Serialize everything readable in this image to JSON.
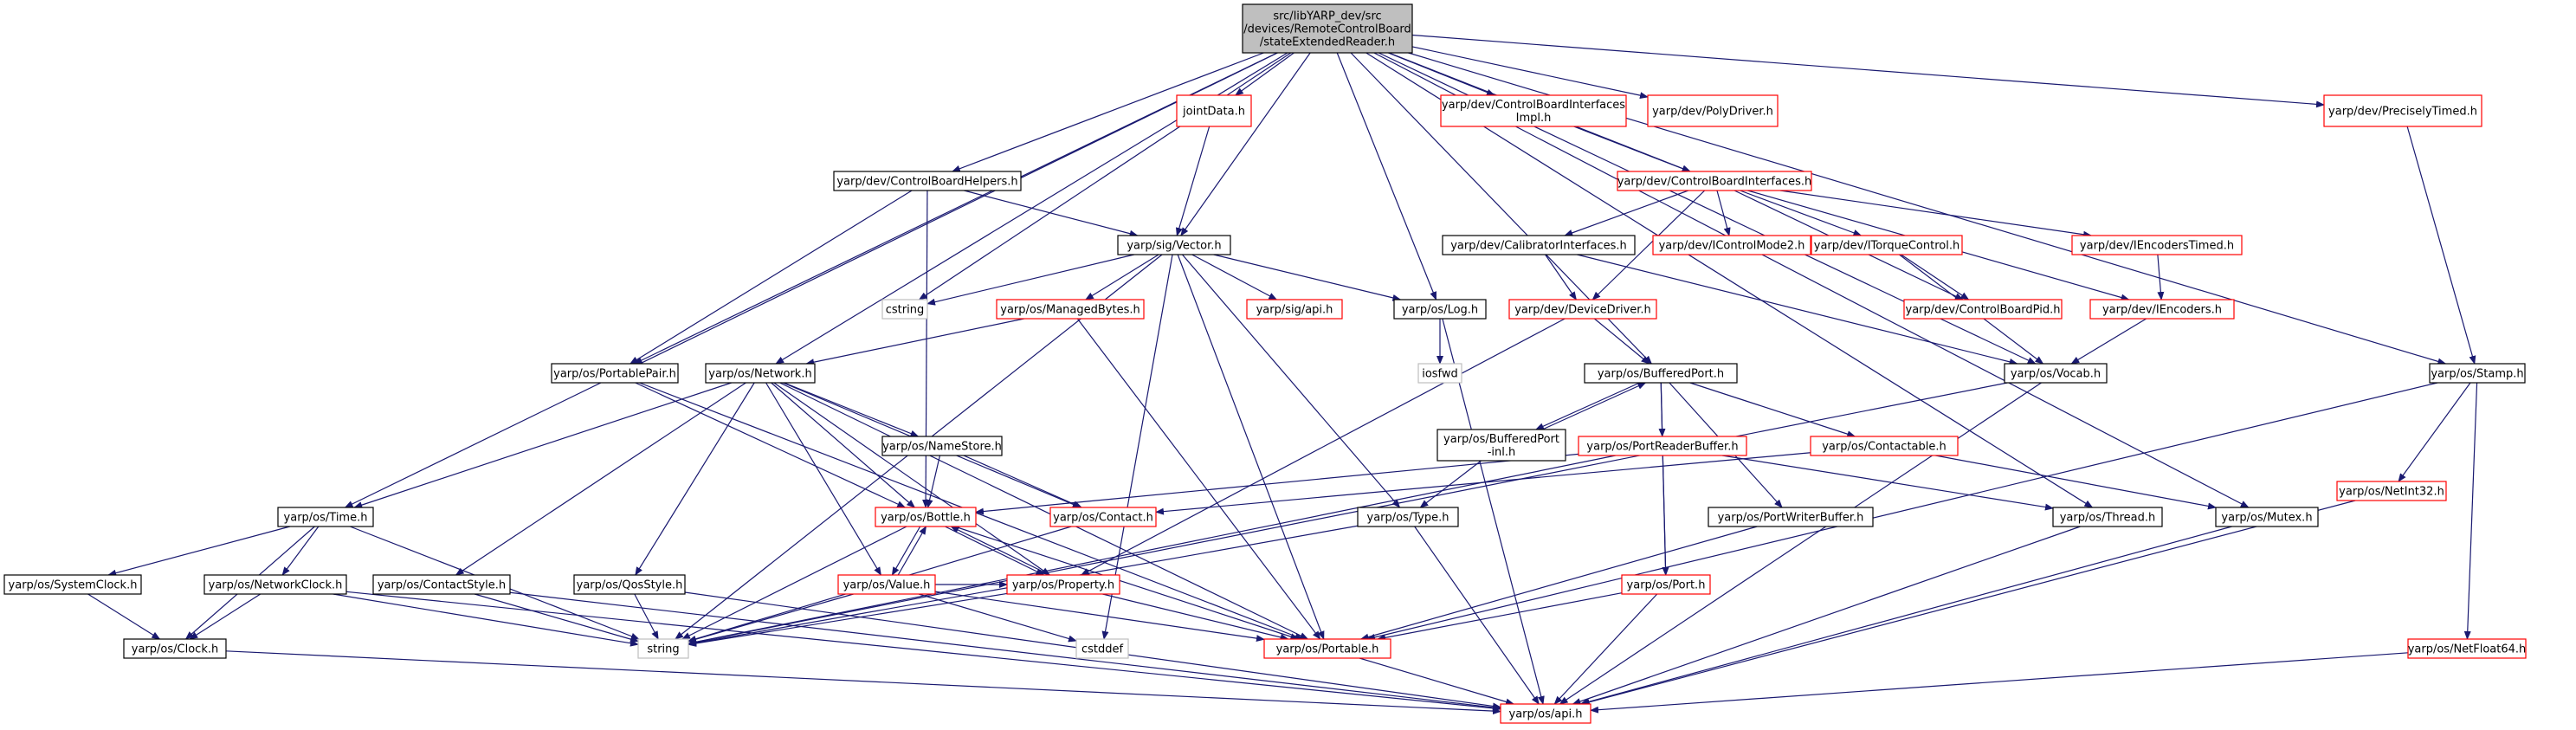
{
  "diagram": {
    "title": "Include dependency graph for stateExtendedReader.h",
    "colors": {
      "edge": "#191970",
      "border_black": "#000000",
      "border_red": "#ff0000",
      "border_grey": "#bfbfbf",
      "root_fill": "#bfbfbf",
      "node_fill": "#ffffff"
    },
    "nodes": [
      {
        "id": "root",
        "lines": [
          "src/libYARP_dev/src",
          "/devices/RemoteControlBoard",
          "/stateExtendedReader.h"
        ],
        "style": "root"
      },
      {
        "id": "jointData",
        "lines": [
          "jointData.h"
        ],
        "style": "red"
      },
      {
        "id": "cbiImpl",
        "lines": [
          "yarp/dev/ControlBoardInterfaces",
          "Impl.h"
        ],
        "style": "red"
      },
      {
        "id": "polyDriver",
        "lines": [
          "yarp/dev/PolyDriver.h"
        ],
        "style": "red"
      },
      {
        "id": "preciselyTimed",
        "lines": [
          "yarp/dev/PreciselyTimed.h"
        ],
        "style": "red"
      },
      {
        "id": "cbHelpers",
        "lines": [
          "yarp/dev/ControlBoardHelpers.h"
        ],
        "style": "black"
      },
      {
        "id": "cbi",
        "lines": [
          "yarp/dev/ControlBoardInterfaces.h"
        ],
        "style": "red"
      },
      {
        "id": "vector",
        "lines": [
          "yarp/sig/Vector.h"
        ],
        "style": "black"
      },
      {
        "id": "calib",
        "lines": [
          "yarp/dev/CalibratorInterfaces.h"
        ],
        "style": "black"
      },
      {
        "id": "icm2",
        "lines": [
          "yarp/dev/IControlMode2.h"
        ],
        "style": "red"
      },
      {
        "id": "itorque",
        "lines": [
          "yarp/dev/ITorqueControl.h"
        ],
        "style": "red"
      },
      {
        "id": "ienctimed",
        "lines": [
          "yarp/dev/IEncodersTimed.h"
        ],
        "style": "red"
      },
      {
        "id": "cstring",
        "lines": [
          "cstring"
        ],
        "style": "grey"
      },
      {
        "id": "managedBytes",
        "lines": [
          "yarp/os/ManagedBytes.h"
        ],
        "style": "red"
      },
      {
        "id": "sigapi",
        "lines": [
          "yarp/sig/api.h"
        ],
        "style": "red"
      },
      {
        "id": "log",
        "lines": [
          "yarp/os/Log.h"
        ],
        "style": "black"
      },
      {
        "id": "deviceDriver",
        "lines": [
          "yarp/dev/DeviceDriver.h"
        ],
        "style": "red"
      },
      {
        "id": "cbpid",
        "lines": [
          "yarp/dev/ControlBoardPid.h"
        ],
        "style": "red"
      },
      {
        "id": "iencoders",
        "lines": [
          "yarp/dev/IEncoders.h"
        ],
        "style": "red"
      },
      {
        "id": "portablePair",
        "lines": [
          "yarp/os/PortablePair.h"
        ],
        "style": "black"
      },
      {
        "id": "network",
        "lines": [
          "yarp/os/Network.h"
        ],
        "style": "black"
      },
      {
        "id": "iosfwd",
        "lines": [
          "iosfwd"
        ],
        "style": "grey"
      },
      {
        "id": "bufferedPort",
        "lines": [
          "yarp/os/BufferedPort.h"
        ],
        "style": "black"
      },
      {
        "id": "vocab",
        "lines": [
          "yarp/os/Vocab.h"
        ],
        "style": "black"
      },
      {
        "id": "stamp",
        "lines": [
          "yarp/os/Stamp.h"
        ],
        "style": "black"
      },
      {
        "id": "nameStore",
        "lines": [
          "yarp/os/NameStore.h"
        ],
        "style": "black"
      },
      {
        "id": "bufferedPortInl",
        "lines": [
          "yarp/os/BufferedPort",
          "-inl.h"
        ],
        "style": "black"
      },
      {
        "id": "portReaderBuffer",
        "lines": [
          "yarp/os/PortReaderBuffer.h"
        ],
        "style": "red"
      },
      {
        "id": "contactable",
        "lines": [
          "yarp/os/Contactable.h"
        ],
        "style": "red"
      },
      {
        "id": "netint32",
        "lines": [
          "yarp/os/NetInt32.h"
        ],
        "style": "red"
      },
      {
        "id": "time",
        "lines": [
          "yarp/os/Time.h"
        ],
        "style": "black"
      },
      {
        "id": "bottle",
        "lines": [
          "yarp/os/Bottle.h"
        ],
        "style": "red"
      },
      {
        "id": "contact",
        "lines": [
          "yarp/os/Contact.h"
        ],
        "style": "red"
      },
      {
        "id": "type",
        "lines": [
          "yarp/os/Type.h"
        ],
        "style": "black"
      },
      {
        "id": "portWriterBuffer",
        "lines": [
          "yarp/os/PortWriterBuffer.h"
        ],
        "style": "black"
      },
      {
        "id": "thread",
        "lines": [
          "yarp/os/Thread.h"
        ],
        "style": "black"
      },
      {
        "id": "mutex",
        "lines": [
          "yarp/os/Mutex.h"
        ],
        "style": "black"
      },
      {
        "id": "systemClock",
        "lines": [
          "yarp/os/SystemClock.h"
        ],
        "style": "black"
      },
      {
        "id": "networkClock",
        "lines": [
          "yarp/os/NetworkClock.h"
        ],
        "style": "black"
      },
      {
        "id": "contactStyle",
        "lines": [
          "yarp/os/ContactStyle.h"
        ],
        "style": "black"
      },
      {
        "id": "qosStyle",
        "lines": [
          "yarp/os/QosStyle.h"
        ],
        "style": "black"
      },
      {
        "id": "value",
        "lines": [
          "yarp/os/Value.h"
        ],
        "style": "red"
      },
      {
        "id": "property",
        "lines": [
          "yarp/os/Property.h"
        ],
        "style": "red"
      },
      {
        "id": "port",
        "lines": [
          "yarp/os/Port.h"
        ],
        "style": "red"
      },
      {
        "id": "clock",
        "lines": [
          "yarp/os/Clock.h"
        ],
        "style": "black"
      },
      {
        "id": "string",
        "lines": [
          "string"
        ],
        "style": "grey"
      },
      {
        "id": "cstddef",
        "lines": [
          "cstddef"
        ],
        "style": "grey"
      },
      {
        "id": "portable",
        "lines": [
          "yarp/os/Portable.h"
        ],
        "style": "red"
      },
      {
        "id": "netfloat64",
        "lines": [
          "yarp/os/NetFloat64.h"
        ],
        "style": "red"
      },
      {
        "id": "osapi",
        "lines": [
          "yarp/os/api.h"
        ],
        "style": "red"
      }
    ],
    "edges": [
      [
        "root",
        "jointData"
      ],
      [
        "root",
        "cbiImpl"
      ],
      [
        "root",
        "polyDriver"
      ],
      [
        "root",
        "preciselyTimed"
      ],
      [
        "root",
        "cbHelpers"
      ],
      [
        "root",
        "cbi"
      ],
      [
        "root",
        "vector"
      ],
      [
        "root",
        "cstring"
      ],
      [
        "root",
        "log"
      ],
      [
        "root",
        "portablePair"
      ],
      [
        "root",
        "network"
      ],
      [
        "root",
        "bufferedPort"
      ],
      [
        "root",
        "vocab"
      ],
      [
        "root",
        "stamp"
      ],
      [
        "root",
        "time"
      ],
      [
        "root",
        "thread"
      ],
      [
        "root",
        "mutex"
      ],
      [
        "jointData",
        "vector"
      ],
      [
        "cbiImpl",
        "cbi"
      ],
      [
        "preciselyTimed",
        "stamp"
      ],
      [
        "cbHelpers",
        "vector"
      ],
      [
        "cbHelpers",
        "portablePair"
      ],
      [
        "cbHelpers",
        "bottle"
      ],
      [
        "cbi",
        "calib"
      ],
      [
        "cbi",
        "icm2"
      ],
      [
        "cbi",
        "itorque"
      ],
      [
        "cbi",
        "ienctimed"
      ],
      [
        "cbi",
        "deviceDriver"
      ],
      [
        "cbi",
        "cbpid"
      ],
      [
        "cbi",
        "iencoders"
      ],
      [
        "calib",
        "deviceDriver"
      ],
      [
        "calib",
        "vocab"
      ],
      [
        "itorque",
        "cbpid"
      ],
      [
        "itorque",
        "vocab"
      ],
      [
        "ienctimed",
        "iencoders"
      ],
      [
        "iencoders",
        "vocab"
      ],
      [
        "vector",
        "cstring"
      ],
      [
        "vector",
        "managedBytes"
      ],
      [
        "vector",
        "sigapi"
      ],
      [
        "vector",
        "log"
      ],
      [
        "vector",
        "type"
      ],
      [
        "vector",
        "portable"
      ],
      [
        "vector",
        "string"
      ],
      [
        "vector",
        "cstddef"
      ],
      [
        "managedBytes",
        "network"
      ],
      [
        "managedBytes",
        "portable"
      ],
      [
        "log",
        "iosfwd"
      ],
      [
        "log",
        "osapi"
      ],
      [
        "deviceDriver",
        "bufferedPort"
      ],
      [
        "deviceDriver",
        "property"
      ],
      [
        "portablePair",
        "portable"
      ],
      [
        "portablePair",
        "bottle"
      ],
      [
        "network",
        "time"
      ],
      [
        "network",
        "nameStore"
      ],
      [
        "network",
        "contact"
      ],
      [
        "network",
        "contactStyle"
      ],
      [
        "network",
        "qosStyle"
      ],
      [
        "network",
        "value"
      ],
      [
        "network",
        "property"
      ],
      [
        "network",
        "portable"
      ],
      [
        "network",
        "bottle"
      ],
      [
        "nameStore",
        "bottle"
      ],
      [
        "nameStore",
        "contact"
      ],
      [
        "bufferedPort",
        "bufferedPortInl"
      ],
      [
        "bufferedPort",
        "portReaderBuffer"
      ],
      [
        "bufferedPort",
        "contactable"
      ],
      [
        "bufferedPort",
        "portWriterBuffer"
      ],
      [
        "bufferedPort",
        "port"
      ],
      [
        "bufferedPortInl",
        "bufferedPort"
      ],
      [
        "bufferedPortInl",
        "type"
      ],
      [
        "portReaderBuffer",
        "bottle"
      ],
      [
        "portReaderBuffer",
        "thread"
      ],
      [
        "portReaderBuffer",
        "port"
      ],
      [
        "portReaderBuffer",
        "string"
      ],
      [
        "contactable",
        "contact"
      ],
      [
        "contactable",
        "mutex"
      ],
      [
        "vocab",
        "string"
      ],
      [
        "vocab",
        "osapi"
      ],
      [
        "stamp",
        "netint32"
      ],
      [
        "stamp",
        "portable"
      ],
      [
        "stamp",
        "netfloat64"
      ],
      [
        "netint32",
        "osapi"
      ],
      [
        "time",
        "systemClock"
      ],
      [
        "time",
        "networkClock"
      ],
      [
        "time",
        "clock"
      ],
      [
        "time",
        "string"
      ],
      [
        "bottle",
        "value"
      ],
      [
        "bottle",
        "property"
      ],
      [
        "bottle",
        "portable"
      ],
      [
        "bottle",
        "string"
      ],
      [
        "value",
        "bottle"
      ],
      [
        "value",
        "property"
      ],
      [
        "value",
        "portable"
      ],
      [
        "value",
        "string"
      ],
      [
        "value",
        "cstddef"
      ],
      [
        "property",
        "bottle"
      ],
      [
        "property",
        "string"
      ],
      [
        "property",
        "portable"
      ],
      [
        "contact",
        "string"
      ],
      [
        "type",
        "string"
      ],
      [
        "type",
        "osapi"
      ],
      [
        "portWriterBuffer",
        "portable"
      ],
      [
        "thread",
        "osapi"
      ],
      [
        "mutex",
        "osapi"
      ],
      [
        "systemClock",
        "clock"
      ],
      [
        "networkClock",
        "clock"
      ],
      [
        "networkClock",
        "string"
      ],
      [
        "networkClock",
        "osapi"
      ],
      [
        "contactStyle",
        "string"
      ],
      [
        "contactStyle",
        "osapi"
      ],
      [
        "qosStyle",
        "string"
      ],
      [
        "qosStyle",
        "osapi"
      ],
      [
        "port",
        "portable"
      ],
      [
        "port",
        "osapi"
      ],
      [
        "clock",
        "osapi"
      ],
      [
        "portable",
        "osapi"
      ],
      [
        "netfloat64",
        "osapi"
      ]
    ]
  }
}
